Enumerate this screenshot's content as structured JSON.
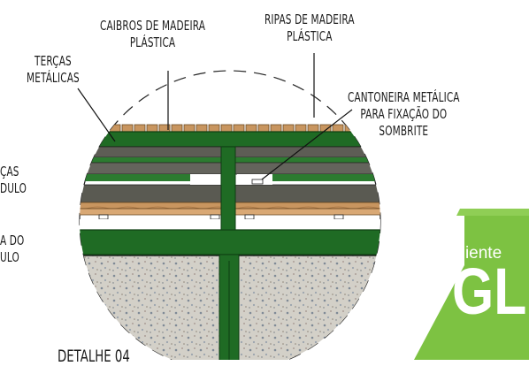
{
  "labels": {
    "caibros": [
      "CAIBROS DE MADEIRA",
      "PLÁSTICA"
    ],
    "ripas": [
      "RIPAS DE MADEIRA",
      "PLÁSTICA"
    ],
    "tercas": [
      "TERÇAS",
      "METÁLICAS"
    ],
    "cantoneira": [
      "CANTONEIRA METÁLICA",
      "PARA FIXAÇÃO DO",
      "SOMBRITE"
    ],
    "left_cut_1": [
      "ÇAS",
      "DULO"
    ],
    "left_cut_2": [
      "A DO",
      "ULO"
    ]
  },
  "detail_title": "DETALHE 04",
  "badge": {
    "small_text": "Cliente",
    "big_text": "GL",
    "color": "#7dc242"
  },
  "colors": {
    "green": "#1f6b24",
    "wood": "#c8955f",
    "gray_board": "#5d5d55",
    "concrete": "#cfccc4"
  }
}
